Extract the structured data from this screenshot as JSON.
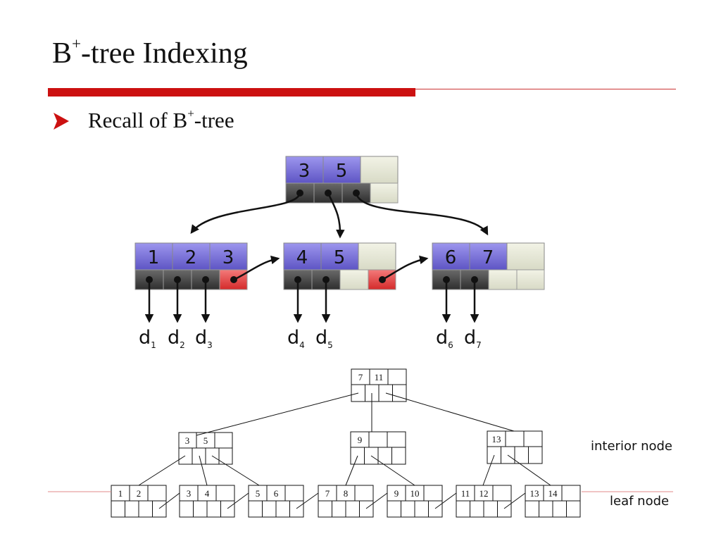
{
  "slide": {
    "title_main": "B",
    "title_sup": "+",
    "title_rest": "-tree Indexing",
    "bullet_main": "Recall of B",
    "bullet_sup": "+",
    "bullet_rest": "-tree",
    "accent_color": "#cc1111"
  },
  "tree1": {
    "root": {
      "keys": [
        "3",
        "5",
        ""
      ]
    },
    "leaves": [
      {
        "keys": [
          "1",
          "2",
          "3"
        ],
        "data": [
          "d",
          "d",
          "d"
        ],
        "subs": [
          "1",
          "2",
          "3"
        ]
      },
      {
        "keys": [
          "4",
          "5",
          ""
        ],
        "data": [
          "d",
          "d"
        ],
        "subs": [
          "4",
          "5"
        ]
      },
      {
        "keys": [
          "6",
          "7",
          ""
        ],
        "data": [
          "d",
          "d"
        ],
        "subs": [
          "6",
          "7"
        ]
      }
    ],
    "colors": {
      "key": "#7b72d9",
      "pointer": "#4a4a4a",
      "empty": "#e6e8d8",
      "next": "#e23a3a"
    }
  },
  "tree2": {
    "root": {
      "keys": [
        "7",
        "11",
        ""
      ]
    },
    "interior": [
      {
        "keys": [
          "3",
          "5",
          ""
        ]
      },
      {
        "keys": [
          "9",
          "",
          ""
        ]
      },
      {
        "keys": [
          "13",
          "",
          ""
        ]
      }
    ],
    "leaves": [
      {
        "keys": [
          "1",
          "2",
          ""
        ]
      },
      {
        "keys": [
          "3",
          "4",
          ""
        ]
      },
      {
        "keys": [
          "5",
          "6",
          ""
        ]
      },
      {
        "keys": [
          "7",
          "8",
          ""
        ]
      },
      {
        "keys": [
          "9",
          "10",
          ""
        ]
      },
      {
        "keys": [
          "11",
          "12",
          ""
        ]
      },
      {
        "keys": [
          "13",
          "14",
          ""
        ]
      }
    ]
  },
  "labels": {
    "interior": "interior node",
    "leaf": "leaf node"
  }
}
